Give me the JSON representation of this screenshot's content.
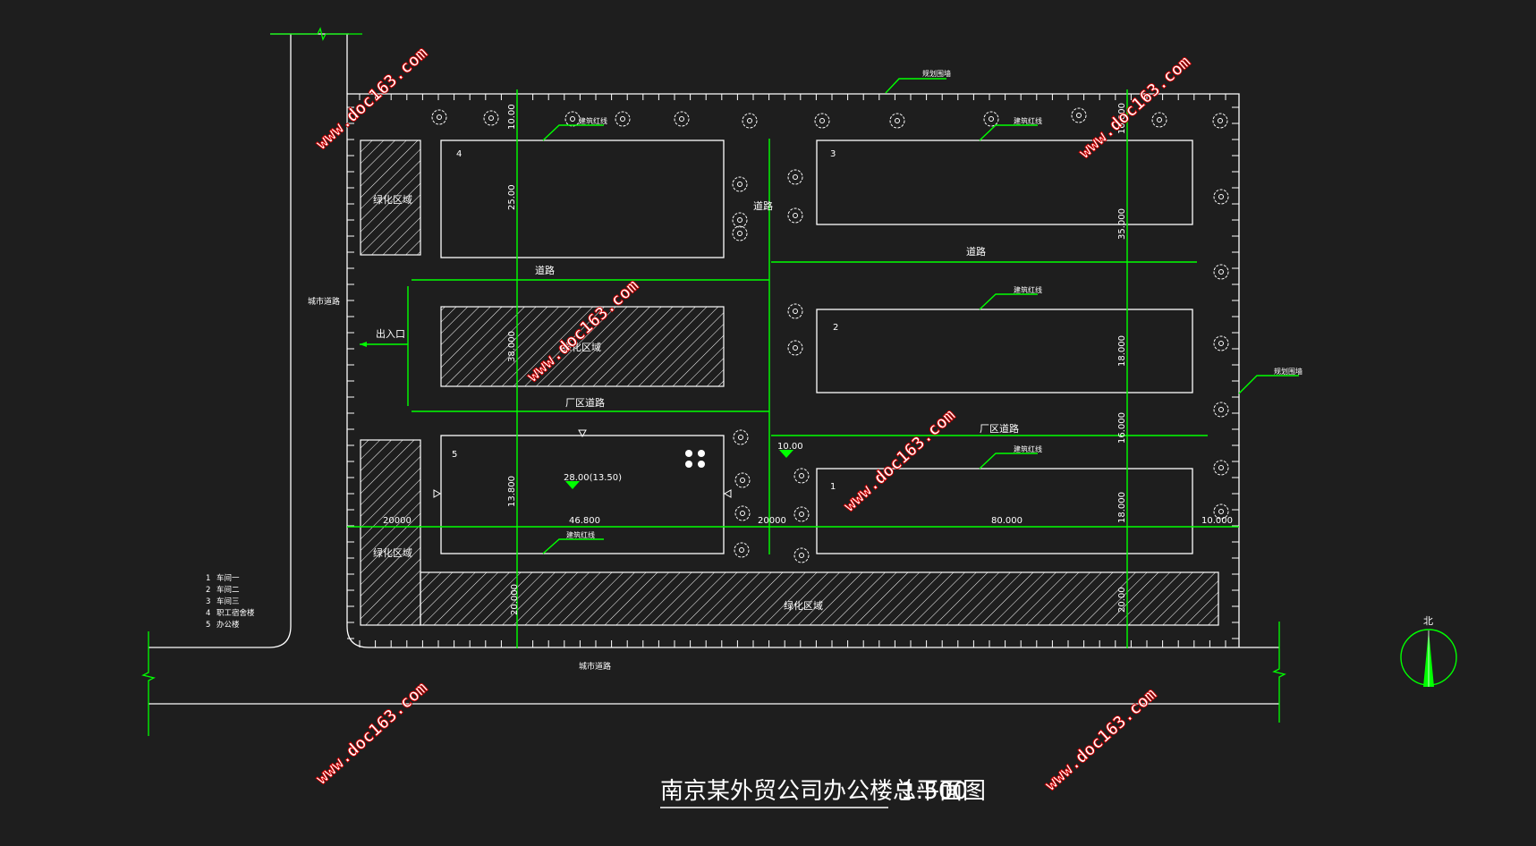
{
  "drawing": {
    "title": "南京某外贸公司办公楼总平面图",
    "scale": "1:500",
    "north_label": "北"
  },
  "roads": {
    "city_road_left": "城市道路",
    "city_road_bottom": "城市道路",
    "road_top": "道路",
    "road_vertical": "道路",
    "road_right_upper": "道路",
    "factory_road_left": "厂区道路",
    "factory_road_right": "厂区道路",
    "entrance": "出入口"
  },
  "labels": {
    "red_line_top": "规划围墙",
    "red_line_right": "规划围墙",
    "build_line_1": "建筑红线",
    "build_line_2": "建筑红线",
    "build_line_3": "建筑红线",
    "build_line_4": "建筑红线",
    "build_line_5": "建筑红线",
    "green_top_left": "绿化区域",
    "green_center": "绿化区域",
    "green_bottom_left": "绿化区域",
    "green_bottom": "绿化区域"
  },
  "buildings": {
    "b1": "1",
    "b2": "2",
    "b3": "3",
    "b4": "4",
    "b5": "5"
  },
  "dimensions": {
    "d_top_left": "10.00",
    "d_top_right": "10.000",
    "d_b4_height": "25.00",
    "d_green_center": "38.000",
    "d_b5_height": "13.800",
    "d_bottom_left": "20.000",
    "d_b3": "35.000",
    "d_b2": "18.000",
    "d_gap": "16.000",
    "d_b1": "18.000",
    "d_bottom_right": "20.00",
    "d_left_strip": "20000",
    "d_b5_width": "46.800",
    "d_road_width": "20000",
    "d_b1_width": "80.000",
    "d_right_margin": "10.000"
  },
  "elevations": {
    "ground": "10.00",
    "b5": "28.00(13.50)"
  },
  "legend": [
    {
      "num": "1",
      "name": "车间一"
    },
    {
      "num": "2",
      "name": "车间二"
    },
    {
      "num": "3",
      "name": "车间三"
    },
    {
      "num": "4",
      "name": "职工宿舍楼"
    },
    {
      "num": "5",
      "name": "办公楼"
    }
  ],
  "watermark": "www.doc163.com",
  "colors": {
    "background": "#1e1e1e",
    "line_white": "#ffffff",
    "line_green": "#00ff00",
    "watermark_red": "#d40000"
  }
}
